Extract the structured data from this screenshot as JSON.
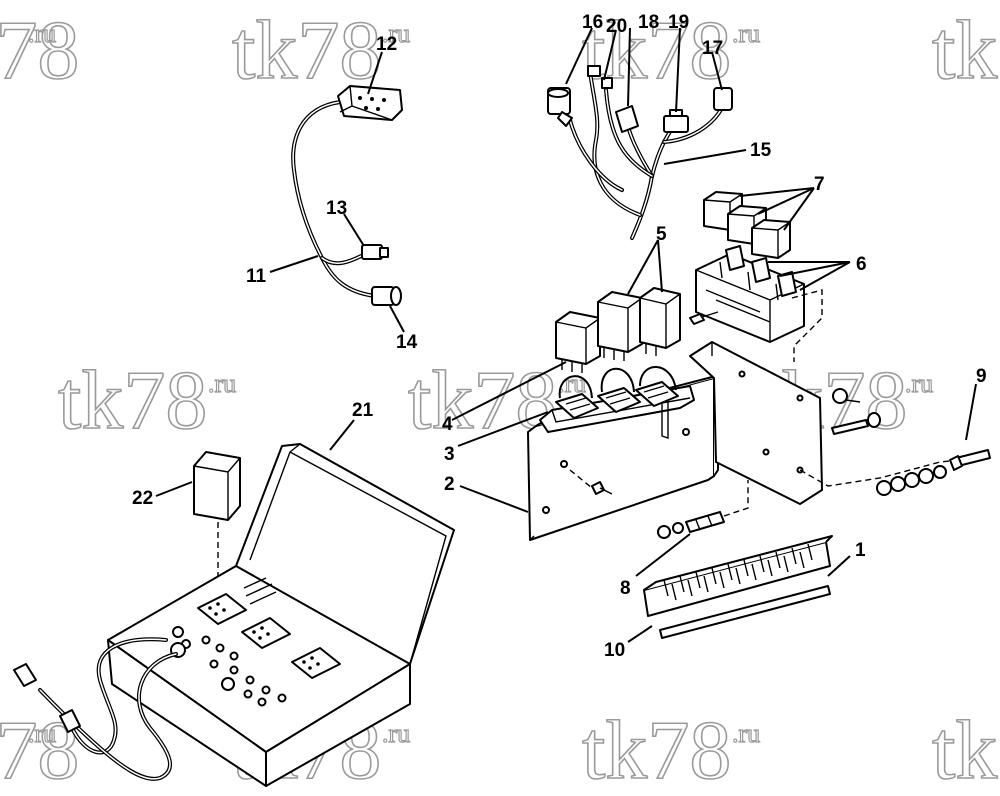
{
  "watermark": {
    "text": "tk78",
    "suffix": ".ru"
  },
  "callouts": [
    {
      "id": "c1",
      "label": "1"
    },
    {
      "id": "c2",
      "label": "2"
    },
    {
      "id": "c3",
      "label": "3"
    },
    {
      "id": "c4",
      "label": "4"
    },
    {
      "id": "c5",
      "label": "5"
    },
    {
      "id": "c6",
      "label": "6"
    },
    {
      "id": "c7",
      "label": "7"
    },
    {
      "id": "c8",
      "label": "8"
    },
    {
      "id": "c9",
      "label": "9"
    },
    {
      "id": "c10",
      "label": "10"
    },
    {
      "id": "c11",
      "label": "11"
    },
    {
      "id": "c12",
      "label": "12"
    },
    {
      "id": "c13",
      "label": "13"
    },
    {
      "id": "c14",
      "label": "14"
    },
    {
      "id": "c15",
      "label": "15"
    },
    {
      "id": "c16",
      "label": "16"
    },
    {
      "id": "c17",
      "label": "17"
    },
    {
      "id": "c18",
      "label": "18"
    },
    {
      "id": "c19",
      "label": "19"
    },
    {
      "id": "c20",
      "label": "20"
    },
    {
      "id": "c21",
      "label": "21"
    },
    {
      "id": "c22",
      "label": "22"
    }
  ]
}
